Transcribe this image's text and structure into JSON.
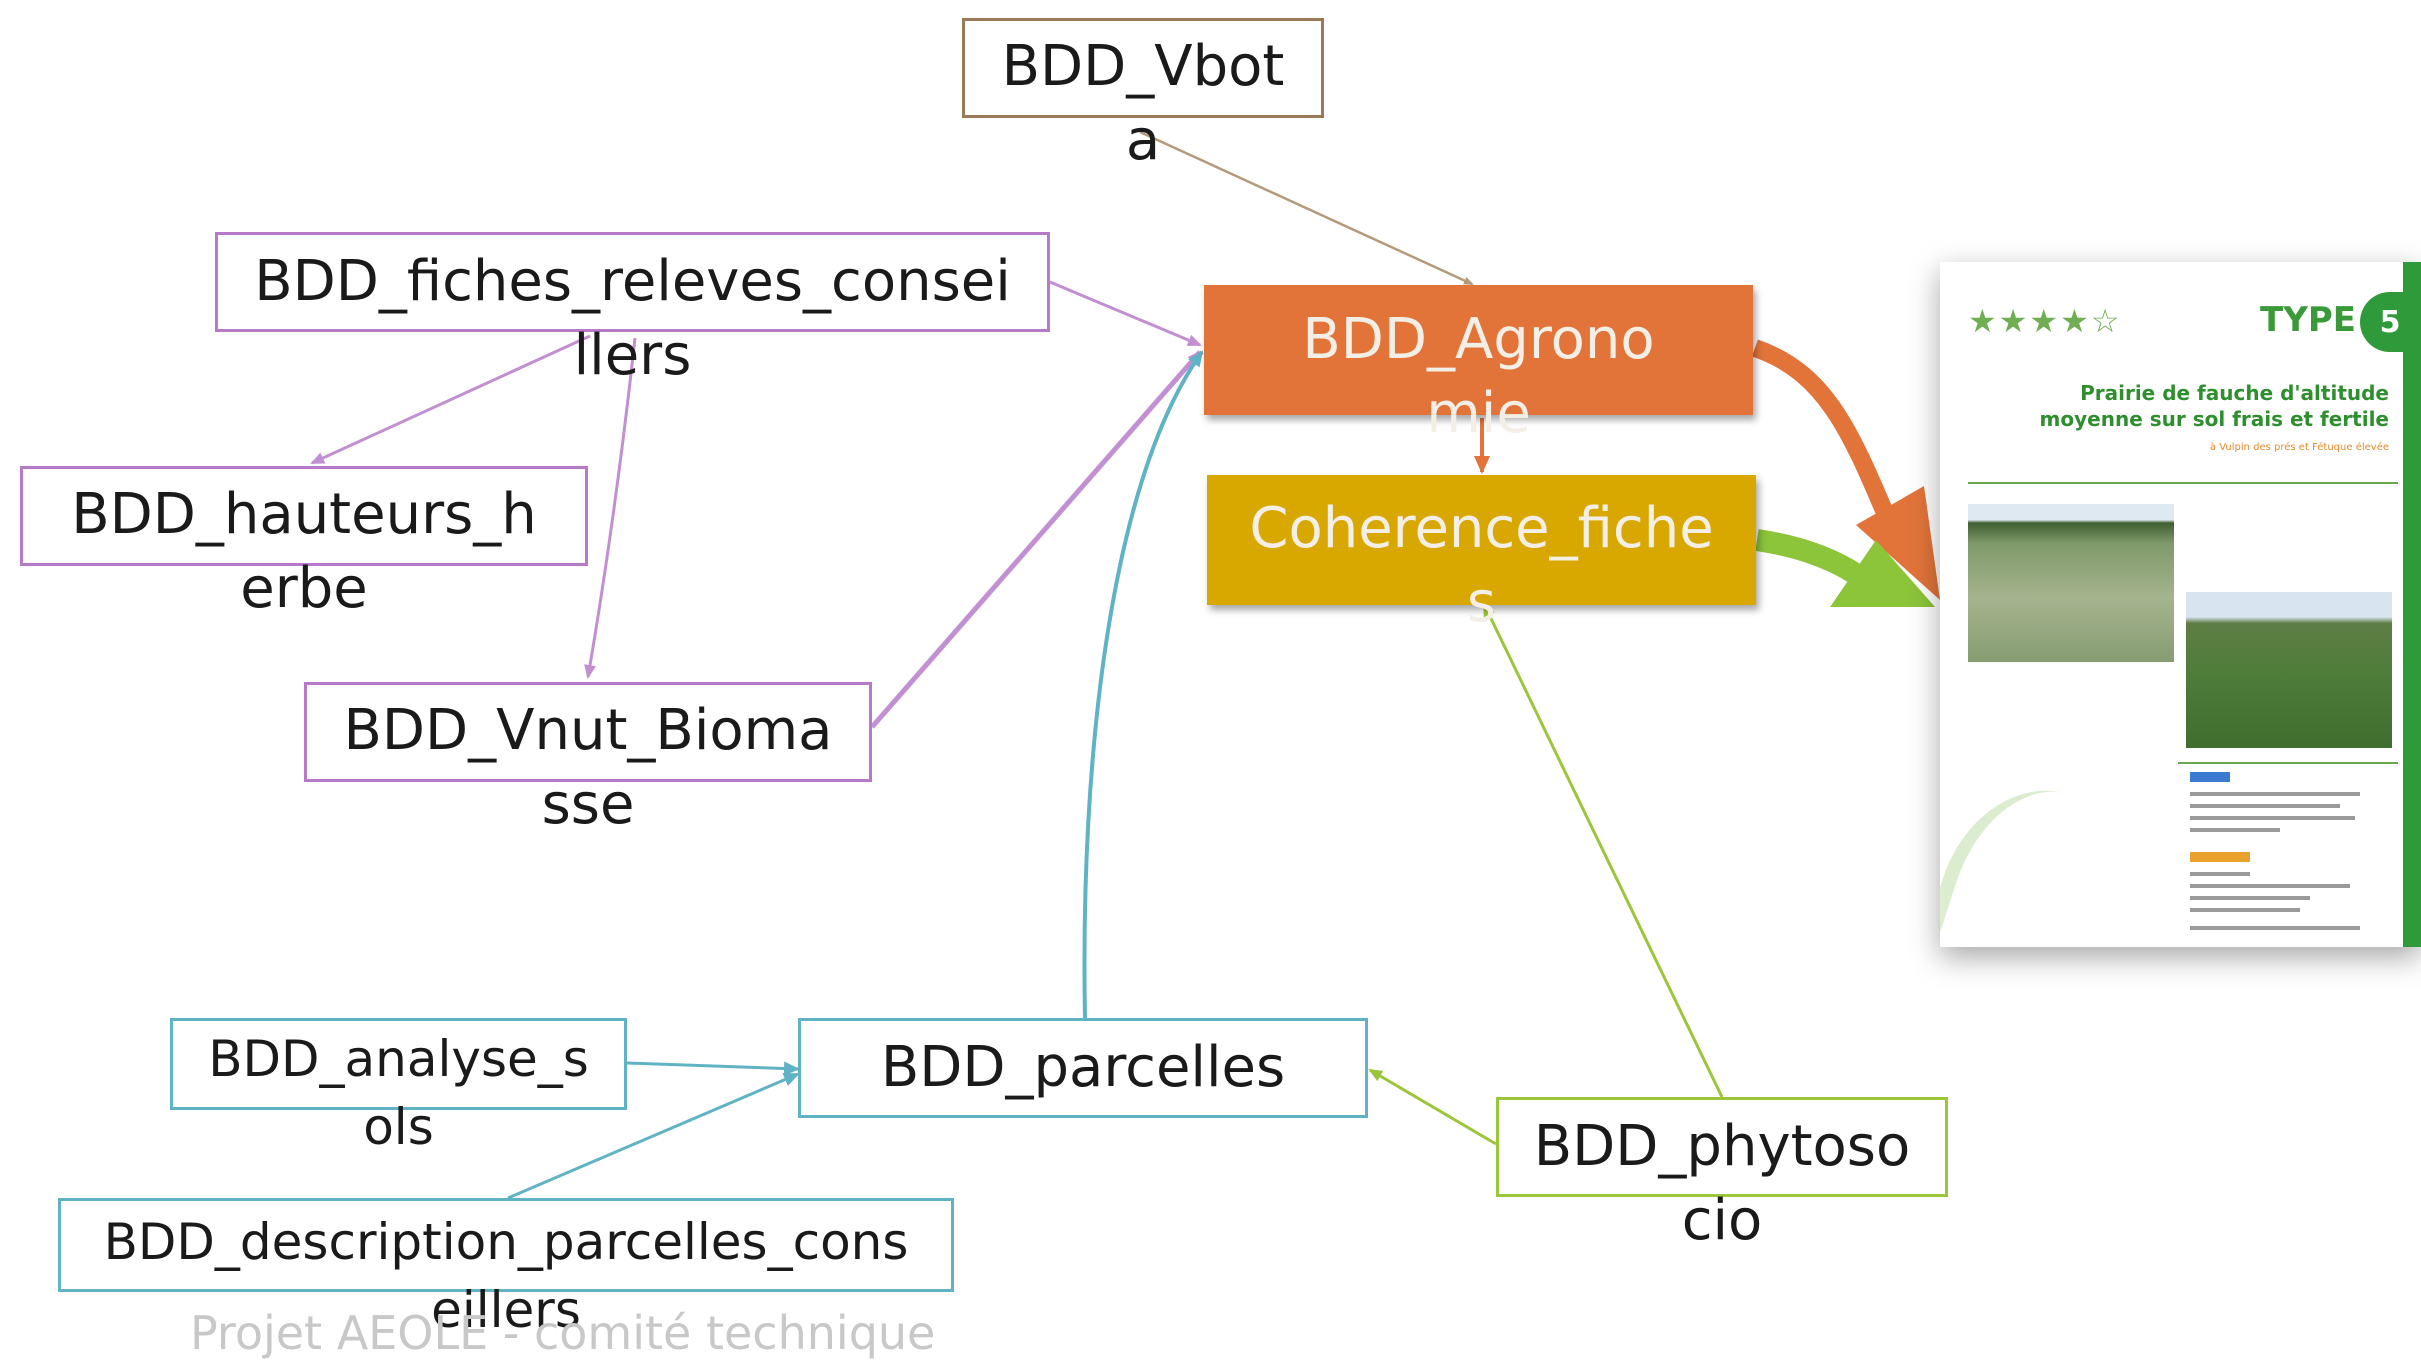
{
  "nodes": {
    "bdd_vbota": {
      "label": "BDD_Vbot\na",
      "border": "#9c7a55"
    },
    "bdd_fiches_releves_conseillers": {
      "label": "BDD_fiches_releves_consei\nllers",
      "border": "#b77ac9"
    },
    "bdd_hauteurs_herbe": {
      "label": "BDD_hauteurs_h\nerbe",
      "border": "#b77ac9"
    },
    "bdd_vnut_biomasse": {
      "label": "BDD_Vnut_Bioma\nsse",
      "border": "#b77ac9"
    },
    "bdd_agronomie": {
      "label": "BDD_Agrono\nmie",
      "fill": "#e2743a"
    },
    "coherence_fiches": {
      "label": "Coherence_fiche\ns",
      "fill": "#d9a800"
    },
    "bdd_analyse_sols": {
      "label": "BDD_analyse_s\nols",
      "border": "#5fb3c4"
    },
    "bdd_description_parcelles_conseillers": {
      "label": "BDD_description_parcelles_cons\neillers",
      "border": "#5fb3c4"
    },
    "bdd_parcelles": {
      "label": "BDD_parcelles",
      "border": "#5fb3c4"
    },
    "bdd_phytosocio": {
      "label": "BDD_phytoso\ncio",
      "border": "#9cc63a"
    }
  },
  "edges": [
    {
      "from": "bdd_vbota",
      "to": "bdd_agronomie",
      "color": "#b49a7a"
    },
    {
      "from": "bdd_fiches_releves_conseillers",
      "to": "bdd_agronomie",
      "color": "#c28fd2"
    },
    {
      "from": "bdd_fiches_releves_conseillers",
      "to": "bdd_hauteurs_herbe",
      "color": "#c28fd2"
    },
    {
      "from": "bdd_fiches_releves_conseillers",
      "to": "bdd_vnut_biomasse",
      "color": "#c28fd2"
    },
    {
      "from": "bdd_vnut_biomasse",
      "to": "bdd_agronomie",
      "color": "#c28fd2"
    },
    {
      "from": "bdd_parcelles",
      "to": "bdd_agronomie",
      "color": "#5fb3c4"
    },
    {
      "from": "bdd_analyse_sols",
      "to": "bdd_parcelles",
      "color": "#5fb3c4"
    },
    {
      "from": "bdd_description_parcelles_conseillers",
      "to": "bdd_parcelles",
      "color": "#5fb3c4"
    },
    {
      "from": "bdd_phytosocio",
      "to": "bdd_parcelles",
      "color": "#9cc63a"
    },
    {
      "from": "bdd_phytosocio",
      "to": "coherence_fiches",
      "color": "#9cc63a"
    },
    {
      "from": "bdd_agronomie",
      "to": "coherence_fiches",
      "color": "#e2743a"
    },
    {
      "from": "bdd_agronomie",
      "to": "document",
      "color": "#e2743a"
    },
    {
      "from": "coherence_fiches",
      "to": "document",
      "color": "#8cc43a"
    }
  ],
  "document": {
    "stars": "★★★★☆",
    "type_label": "TYPE",
    "type_number": "5",
    "title": "Prairie de fauche d'altitude moyenne sur sol frais et fertile",
    "subtitle": "à Vulpin des prés et Fétuque élevée"
  },
  "footer": {
    "left": "Projet AEOLE - comité technique"
  }
}
